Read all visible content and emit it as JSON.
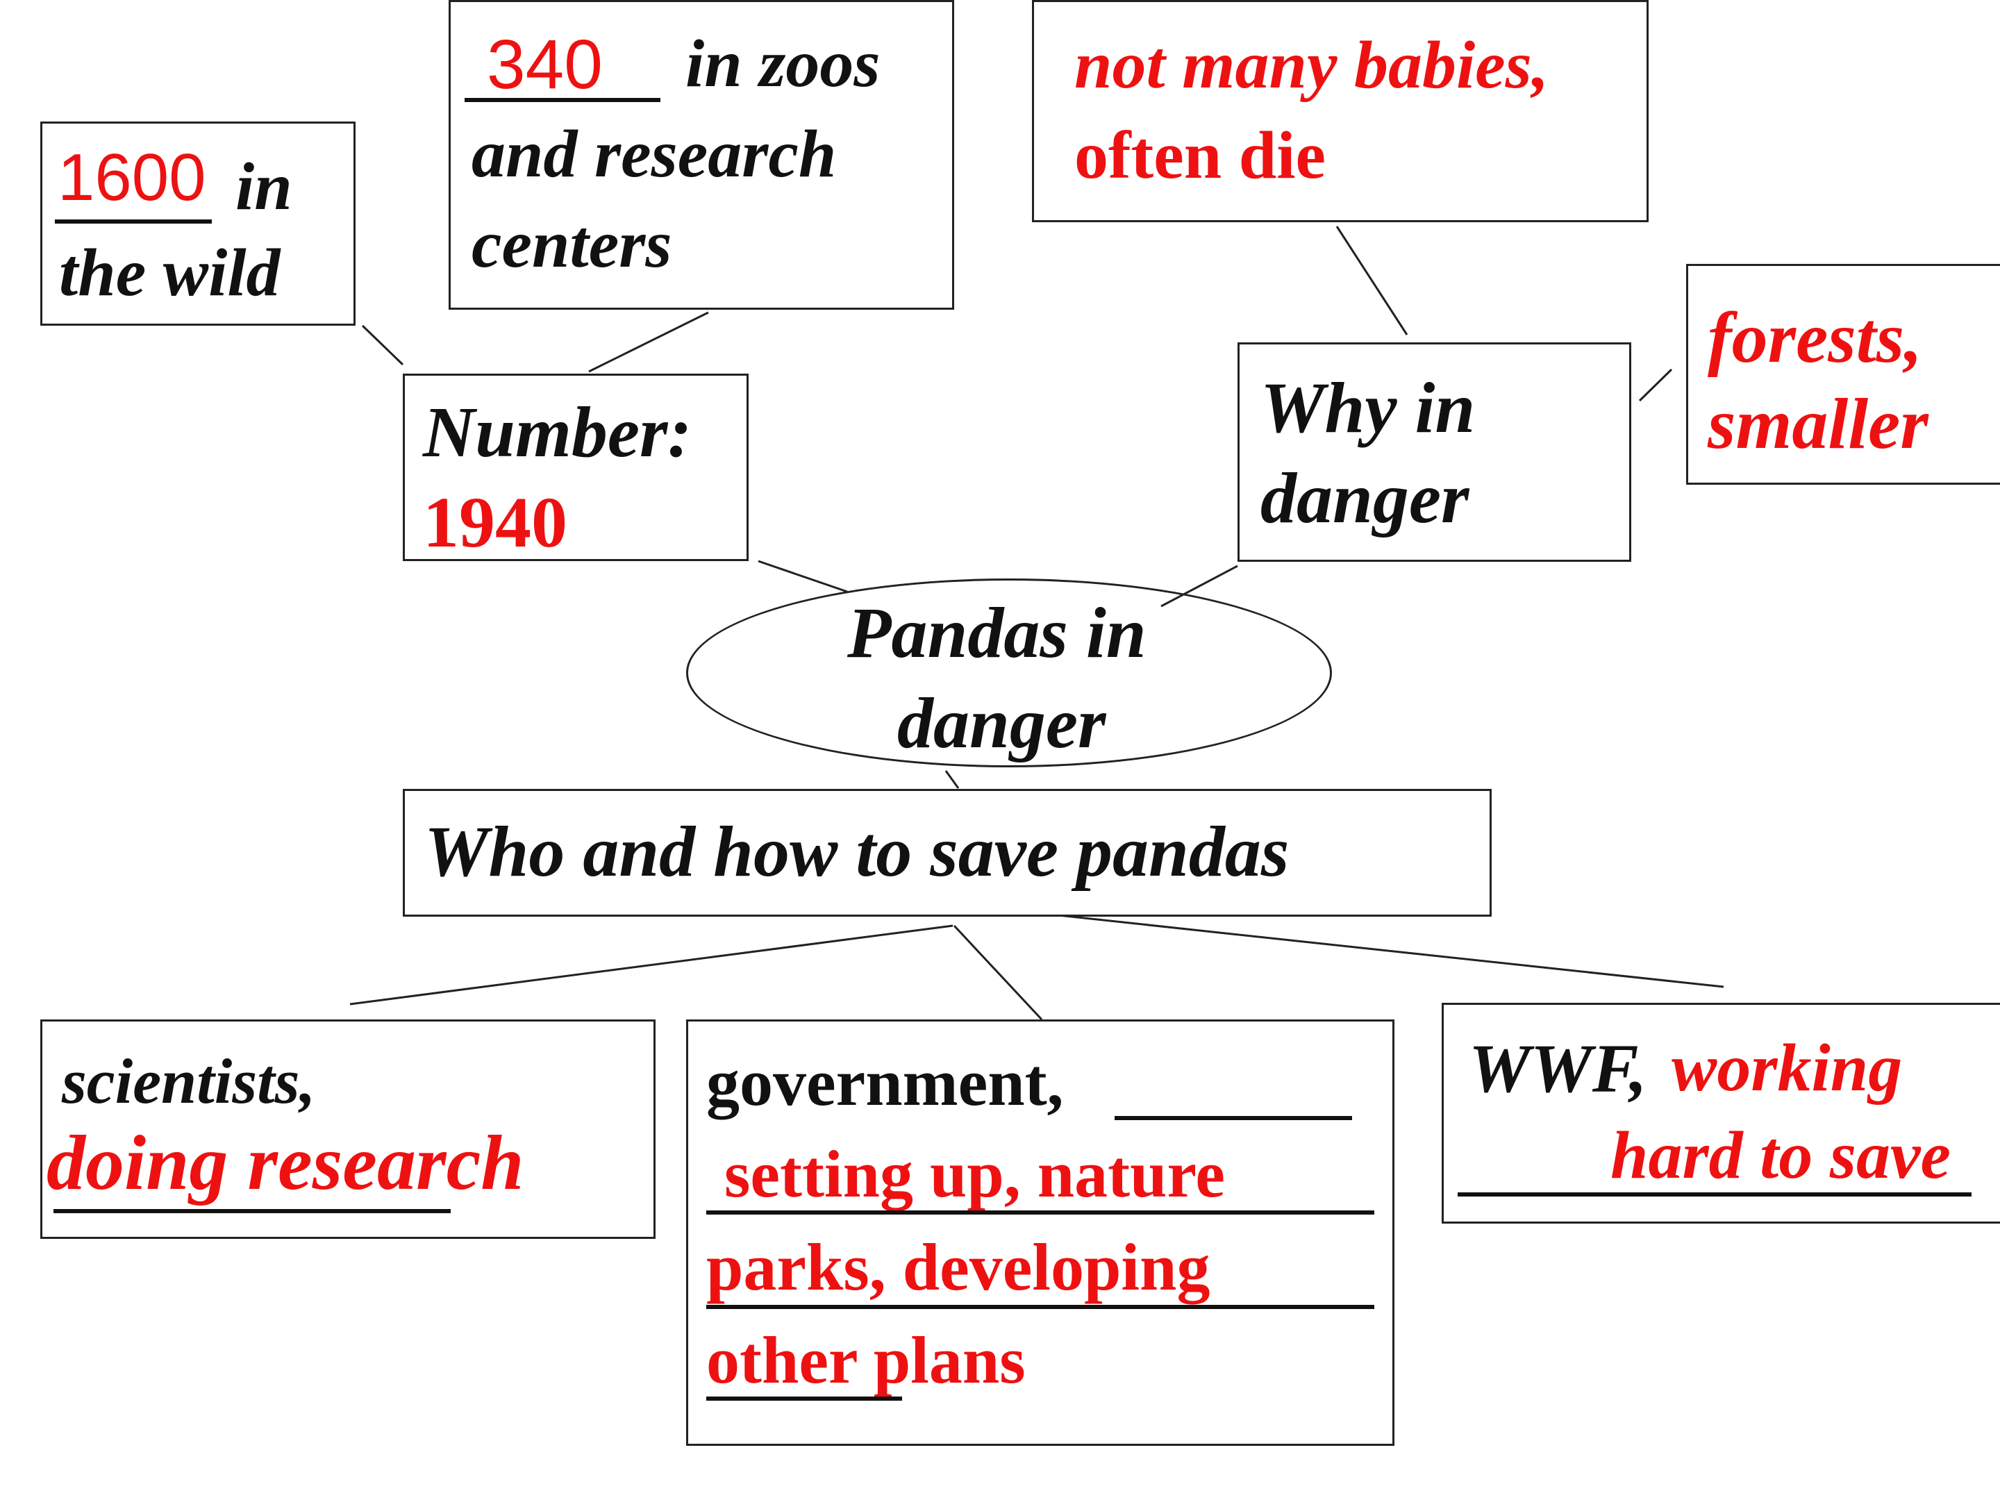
{
  "center": {
    "line1": "Pandas in",
    "line2": "danger"
  },
  "number": {
    "label": "Number:",
    "year": "1940"
  },
  "wild": {
    "count": "1600",
    "text1": "in",
    "text2": "the wild"
  },
  "zoos": {
    "count": "340",
    "text1": "in zoos",
    "text2": "and research",
    "text3": "centers"
  },
  "why": {
    "line1": "Why in",
    "line2": "danger"
  },
  "babies": {
    "line1": "not many babies,",
    "line2": "often die"
  },
  "forests": {
    "line1": "forests,",
    "line2": "smaller"
  },
  "who": {
    "title": "Who and how to  save  pandas"
  },
  "scientists": {
    "label": "scientists,",
    "answer": "doing research"
  },
  "government": {
    "label": "government,",
    "line1": "setting up, nature",
    "line2": "parks, developing",
    "line3": "other plans"
  },
  "wwf": {
    "label": "WWF,",
    "line1": "working",
    "line2": "hard to save"
  },
  "colors": {
    "answer": "#ee1111",
    "text": "#111111",
    "border": "#222222"
  }
}
